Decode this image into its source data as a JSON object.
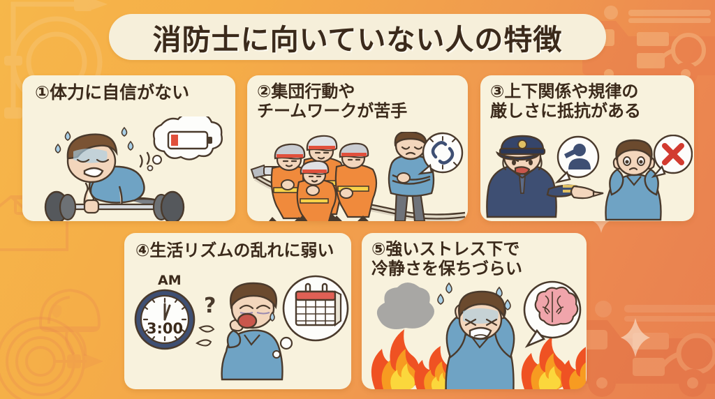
{
  "title": {
    "text": "消防士に向いていない人の特徴"
  },
  "theme": {
    "background_start": "#f6b74a",
    "background_end": "#e87f4f",
    "card_bg": "#f8f2dd",
    "title_bg": "#f6efda",
    "text_color": "#3b2a1b",
    "accent_orange": "#f08a3c",
    "accent_red": "#d94b3d",
    "uniform_blue": "#6fa3c4",
    "officer_navy": "#3e4f73"
  },
  "cards": [
    {
      "number": "①",
      "title": "①体力に自信がない",
      "lines": [
        "①体力に自信がない"
      ],
      "illustration": "exhausted-man-barbell",
      "bubble_icon": "low-battery-icon",
      "elements": [
        "sweat-drops",
        "barbell",
        "thought-bubble-battery"
      ]
    },
    {
      "number": "②",
      "title": "②集団行動や\nチームワークが苦手",
      "lines": [
        "②集団行動や",
        "チームワークが苦手"
      ],
      "illustration": "firefighter-team-and-loner",
      "bubble_icon": "broken-chain-icon",
      "elements": [
        "four-firefighters-with-hose",
        "isolated-man-arms-crossed",
        "speech-bubble-broken-link"
      ]
    },
    {
      "number": "③",
      "title": "③上下関係や規律の\n厳しさに抵抗がある",
      "lines": [
        "③上下関係や規律の",
        "厳しさに抵抗がある"
      ],
      "illustration": "stern-officer-and-young-man",
      "bubble_icon": "red-cross-icon",
      "elements": [
        "officer-pointing",
        "salute-silhouette-bubble",
        "man-covering-ears",
        "speech-bubble-red-x"
      ]
    },
    {
      "number": "④",
      "title": "④生活リズムの乱れに弱い",
      "lines": [
        "④生活リズムの乱れに弱い"
      ],
      "illustration": "sleepy-man-with-clock",
      "bubble_icon": "calendar-icon",
      "clock": {
        "meridiem": "AM",
        "time": "3:00"
      },
      "elements": [
        "wall-clock-3am",
        "question-mark",
        "yawning-man",
        "thought-bubble-calendar"
      ]
    },
    {
      "number": "⑤",
      "title": "⑤強いストレス下で\n冷静さを保ちづらい",
      "lines": [
        "⑤強いストレス下で",
        "冷静さを保ちづらい"
      ],
      "illustration": "panicking-man-in-fire",
      "bubble_icon": "brain-icon",
      "elements": [
        "flames",
        "smoke-cloud",
        "man-holding-head",
        "speech-bubble-brain"
      ]
    }
  ],
  "background_decor": [
    {
      "name": "fire-hose-coil-top-left"
    },
    {
      "name": "fire-truck-top-right"
    },
    {
      "name": "fire-truck-bottom-right"
    },
    {
      "name": "firefighter-helmet-bottom-left"
    },
    {
      "name": "fire-hose-coil-bottom-left"
    },
    {
      "name": "turnout-coat-left"
    },
    {
      "name": "axe-right"
    },
    {
      "name": "sparkle"
    }
  ]
}
